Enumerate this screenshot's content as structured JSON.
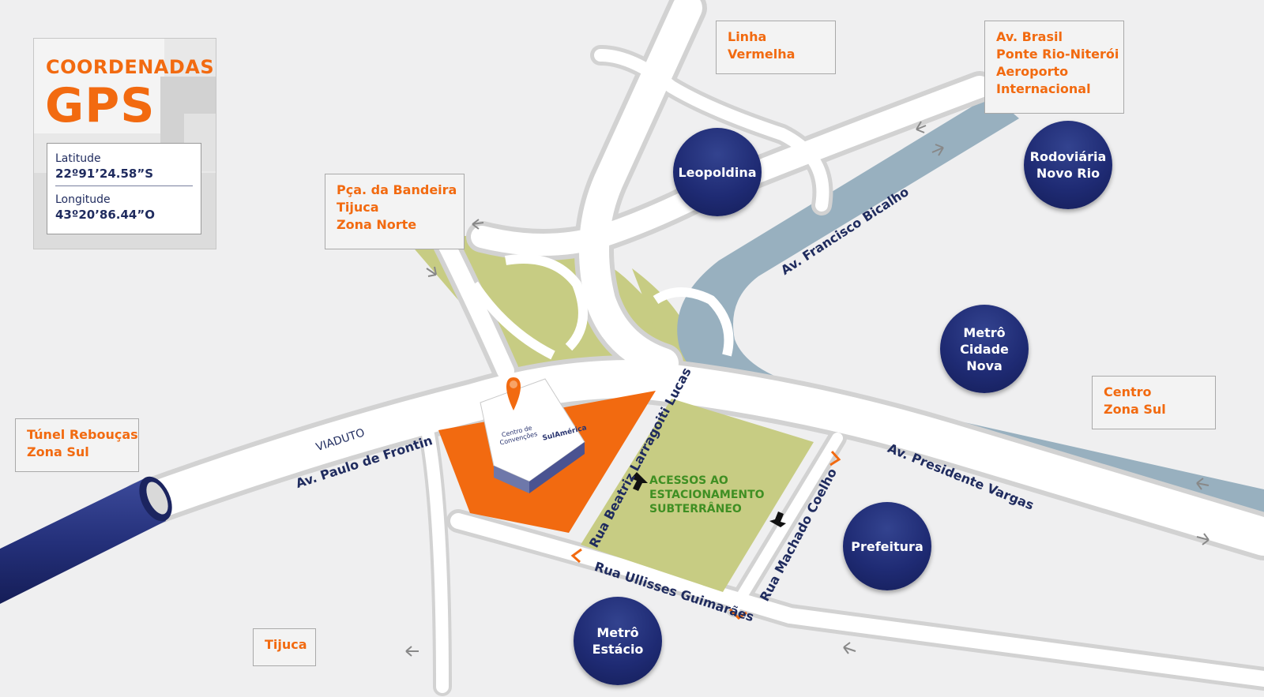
{
  "gps": {
    "title": "COORDENADAS",
    "big": "GPS",
    "latitude_label": "Latitude",
    "latitude_value": "22º91’24.58”S",
    "longitude_label": "Longitude",
    "longitude_value": "43º20’86.44”O"
  },
  "destinations": {
    "linha_vermelha": [
      "Linha",
      "Vermelha"
    ],
    "av_brasil": [
      "Av. Brasil",
      "Ponte Rio-Niterói",
      "Aeroporto",
      "Internacional"
    ],
    "bandeira": [
      "Pça. da Bandeira",
      "Tijuca",
      "Zona Norte"
    ],
    "centro": [
      "Centro",
      "Zona Sul"
    ],
    "tunel": [
      "Túnel Rebouças",
      "Zona Sul"
    ],
    "tijuca": [
      "Tijuca"
    ]
  },
  "landmarks": {
    "leopoldina": [
      "Leopoldina"
    ],
    "rodoviaria": [
      "Rodoviária",
      "Novo Rio"
    ],
    "metro_cidade_nova": [
      "Metrô",
      "Cidade",
      "Nova"
    ],
    "prefeitura": [
      "Prefeitura"
    ],
    "metro_estacio": [
      "Metrô",
      "Estácio"
    ]
  },
  "streets": {
    "viaduto": "VIADUTO",
    "paulo_frontin": "Av. Paulo de Frontin",
    "francisco_bicalho": "Av. Francisco Bicalho",
    "presidente_vargas": "Av. Presidente Vargas",
    "beatriz": "Rua Beatriz Larragoiti Lucas",
    "machado": "Rua Machado Coelho",
    "ullisses": "Rua Ullisses Guimarães"
  },
  "parking": [
    "ACESSOS AO",
    "ESTACIONAMENTO",
    "SUBTERRÂNEO"
  ],
  "venue": {
    "name_line1": "Centro de",
    "name_line2": "Convenções",
    "brand": "SulAmérica"
  },
  "colors": {
    "orange": "#f26a10",
    "navy": "#1f2b74",
    "green_area": "#c7cc83",
    "canal": "#98b0bf",
    "road": "#ffffff",
    "background": "#efeff0"
  },
  "icons": [
    "map-pin-icon",
    "arrow-left-icon",
    "arrow-right-icon",
    "parking-entry-arrow-icon",
    "access-corner-icon"
  ]
}
